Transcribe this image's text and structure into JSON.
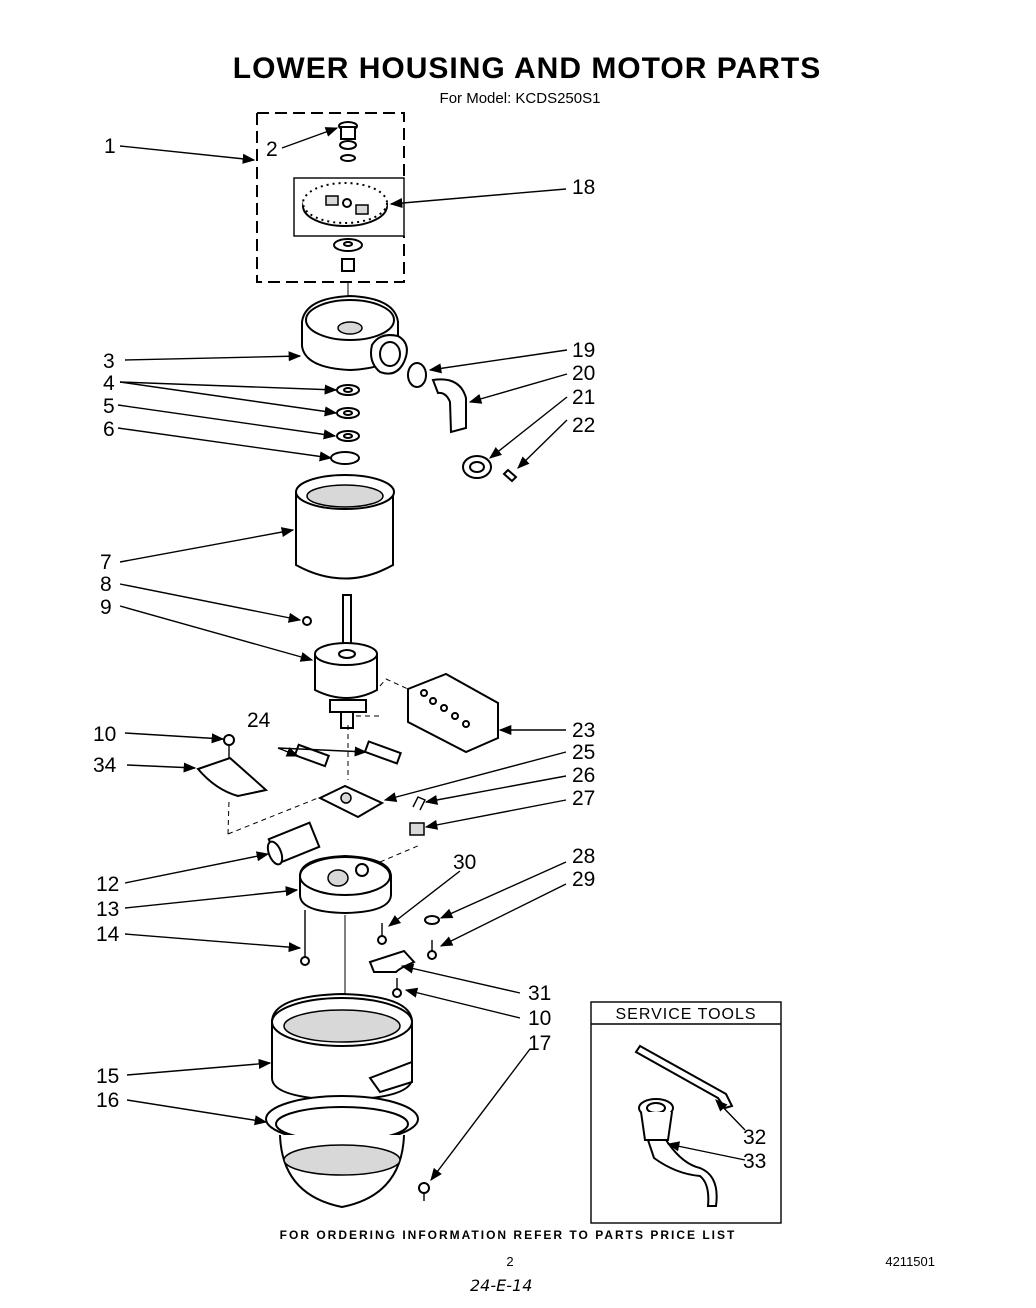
{
  "title": "LOWER HOUSING AND MOTOR PARTS",
  "subtitle": "For Model: KCDS250S1",
  "service_tools": {
    "title": "SERVICE TOOLS"
  },
  "footer": "FOR ORDERING INFORMATION REFER TO PARTS PRICE LIST",
  "page_number": "2",
  "doc_number": "4211501",
  "handwritten_note": "24-E-14",
  "callouts": {
    "n1": "1",
    "n2": "2",
    "n3": "3",
    "n4": "4",
    "n5": "5",
    "n6": "6",
    "n7": "7",
    "n8": "8",
    "n9": "9",
    "n10a": "10",
    "n10b": "10",
    "n12": "12",
    "n13": "13",
    "n14": "14",
    "n15": "15",
    "n16": "16",
    "n17": "17",
    "n18": "18",
    "n19": "19",
    "n20": "20",
    "n21": "21",
    "n22": "22",
    "n23": "23",
    "n24": "24",
    "n25": "25",
    "n26": "26",
    "n27": "27",
    "n28": "28",
    "n29": "29",
    "n30": "30",
    "n31": "31",
    "n32": "32",
    "n33": "33",
    "n34": "34"
  }
}
